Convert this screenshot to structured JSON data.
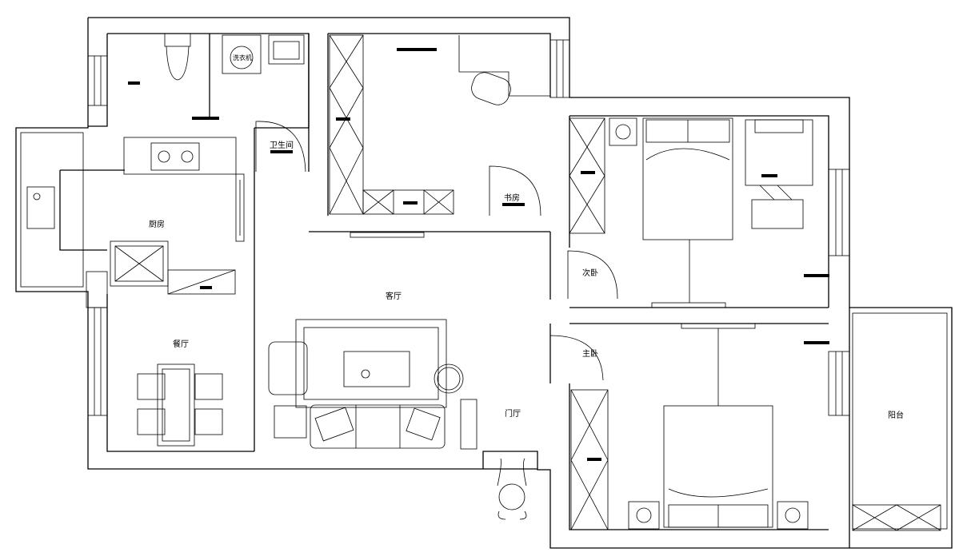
{
  "labels": {
    "toilet": "卫生间",
    "washer": "洗衣机",
    "kitchen": "厨房",
    "study": "书房",
    "second_bedroom": "次卧",
    "living_room": "客厅",
    "dining_room": "餐厅",
    "master_bedroom": "主卧",
    "entrance": "门厅",
    "balcony": "阳台"
  }
}
